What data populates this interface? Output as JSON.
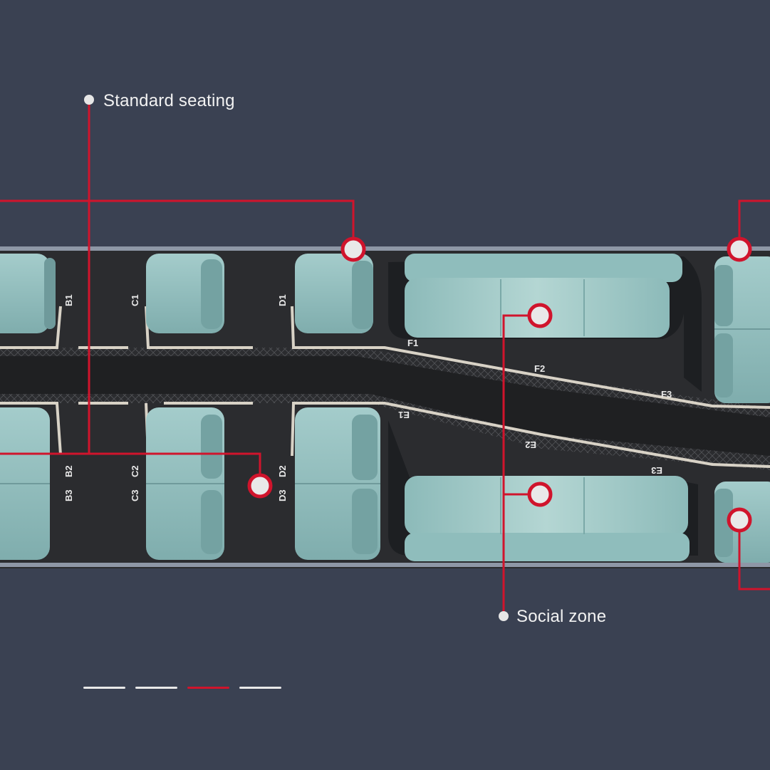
{
  "colors": {
    "background": "#3a4152",
    "callout_red": "#d0142c",
    "seat_teal": "#8fbcbc",
    "floor": "#2a2b2e",
    "pager_active": "#d0142c",
    "pager_inactive": "#e8e8e8"
  },
  "callouts": {
    "standard": {
      "label": "Standard seating"
    },
    "social": {
      "label": "Social zone"
    }
  },
  "seat_labels": {
    "top": [
      "B1",
      "C1",
      "D1",
      "F1",
      "F2",
      "F3"
    ],
    "bottom": [
      "B2",
      "B3",
      "C2",
      "C3",
      "D2",
      "D3",
      "E1",
      "E2",
      "E3"
    ]
  },
  "pager": {
    "segments": 4,
    "active_index": 2
  }
}
